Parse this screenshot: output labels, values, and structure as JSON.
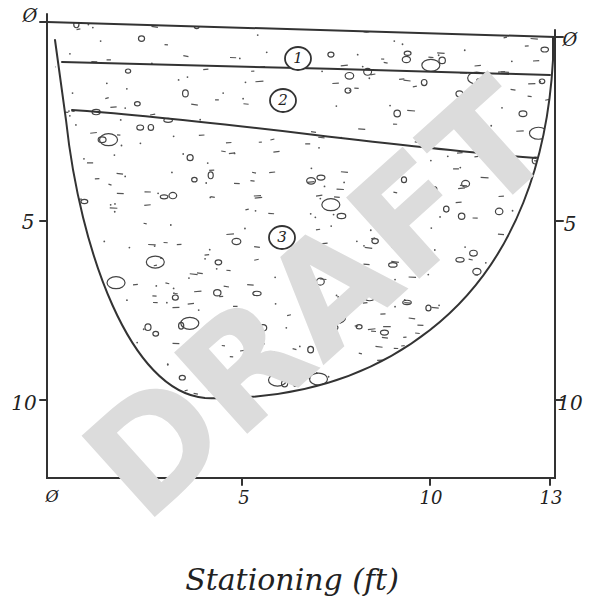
{
  "diagram": {
    "nodes": [
      {
        "text": [
          "1"
        ]
      },
      {
        "text": [
          "2"
        ]
      },
      {
        "text": [
          "3"
        ]
      }
    ],
    "labels": [
      "Ø",
      "5",
      "10",
      "Ø",
      "5",
      "10",
      "Ø",
      "5",
      "10",
      "13",
      "Stationing (ft)",
      "DRAFT"
    ]
  }
}
